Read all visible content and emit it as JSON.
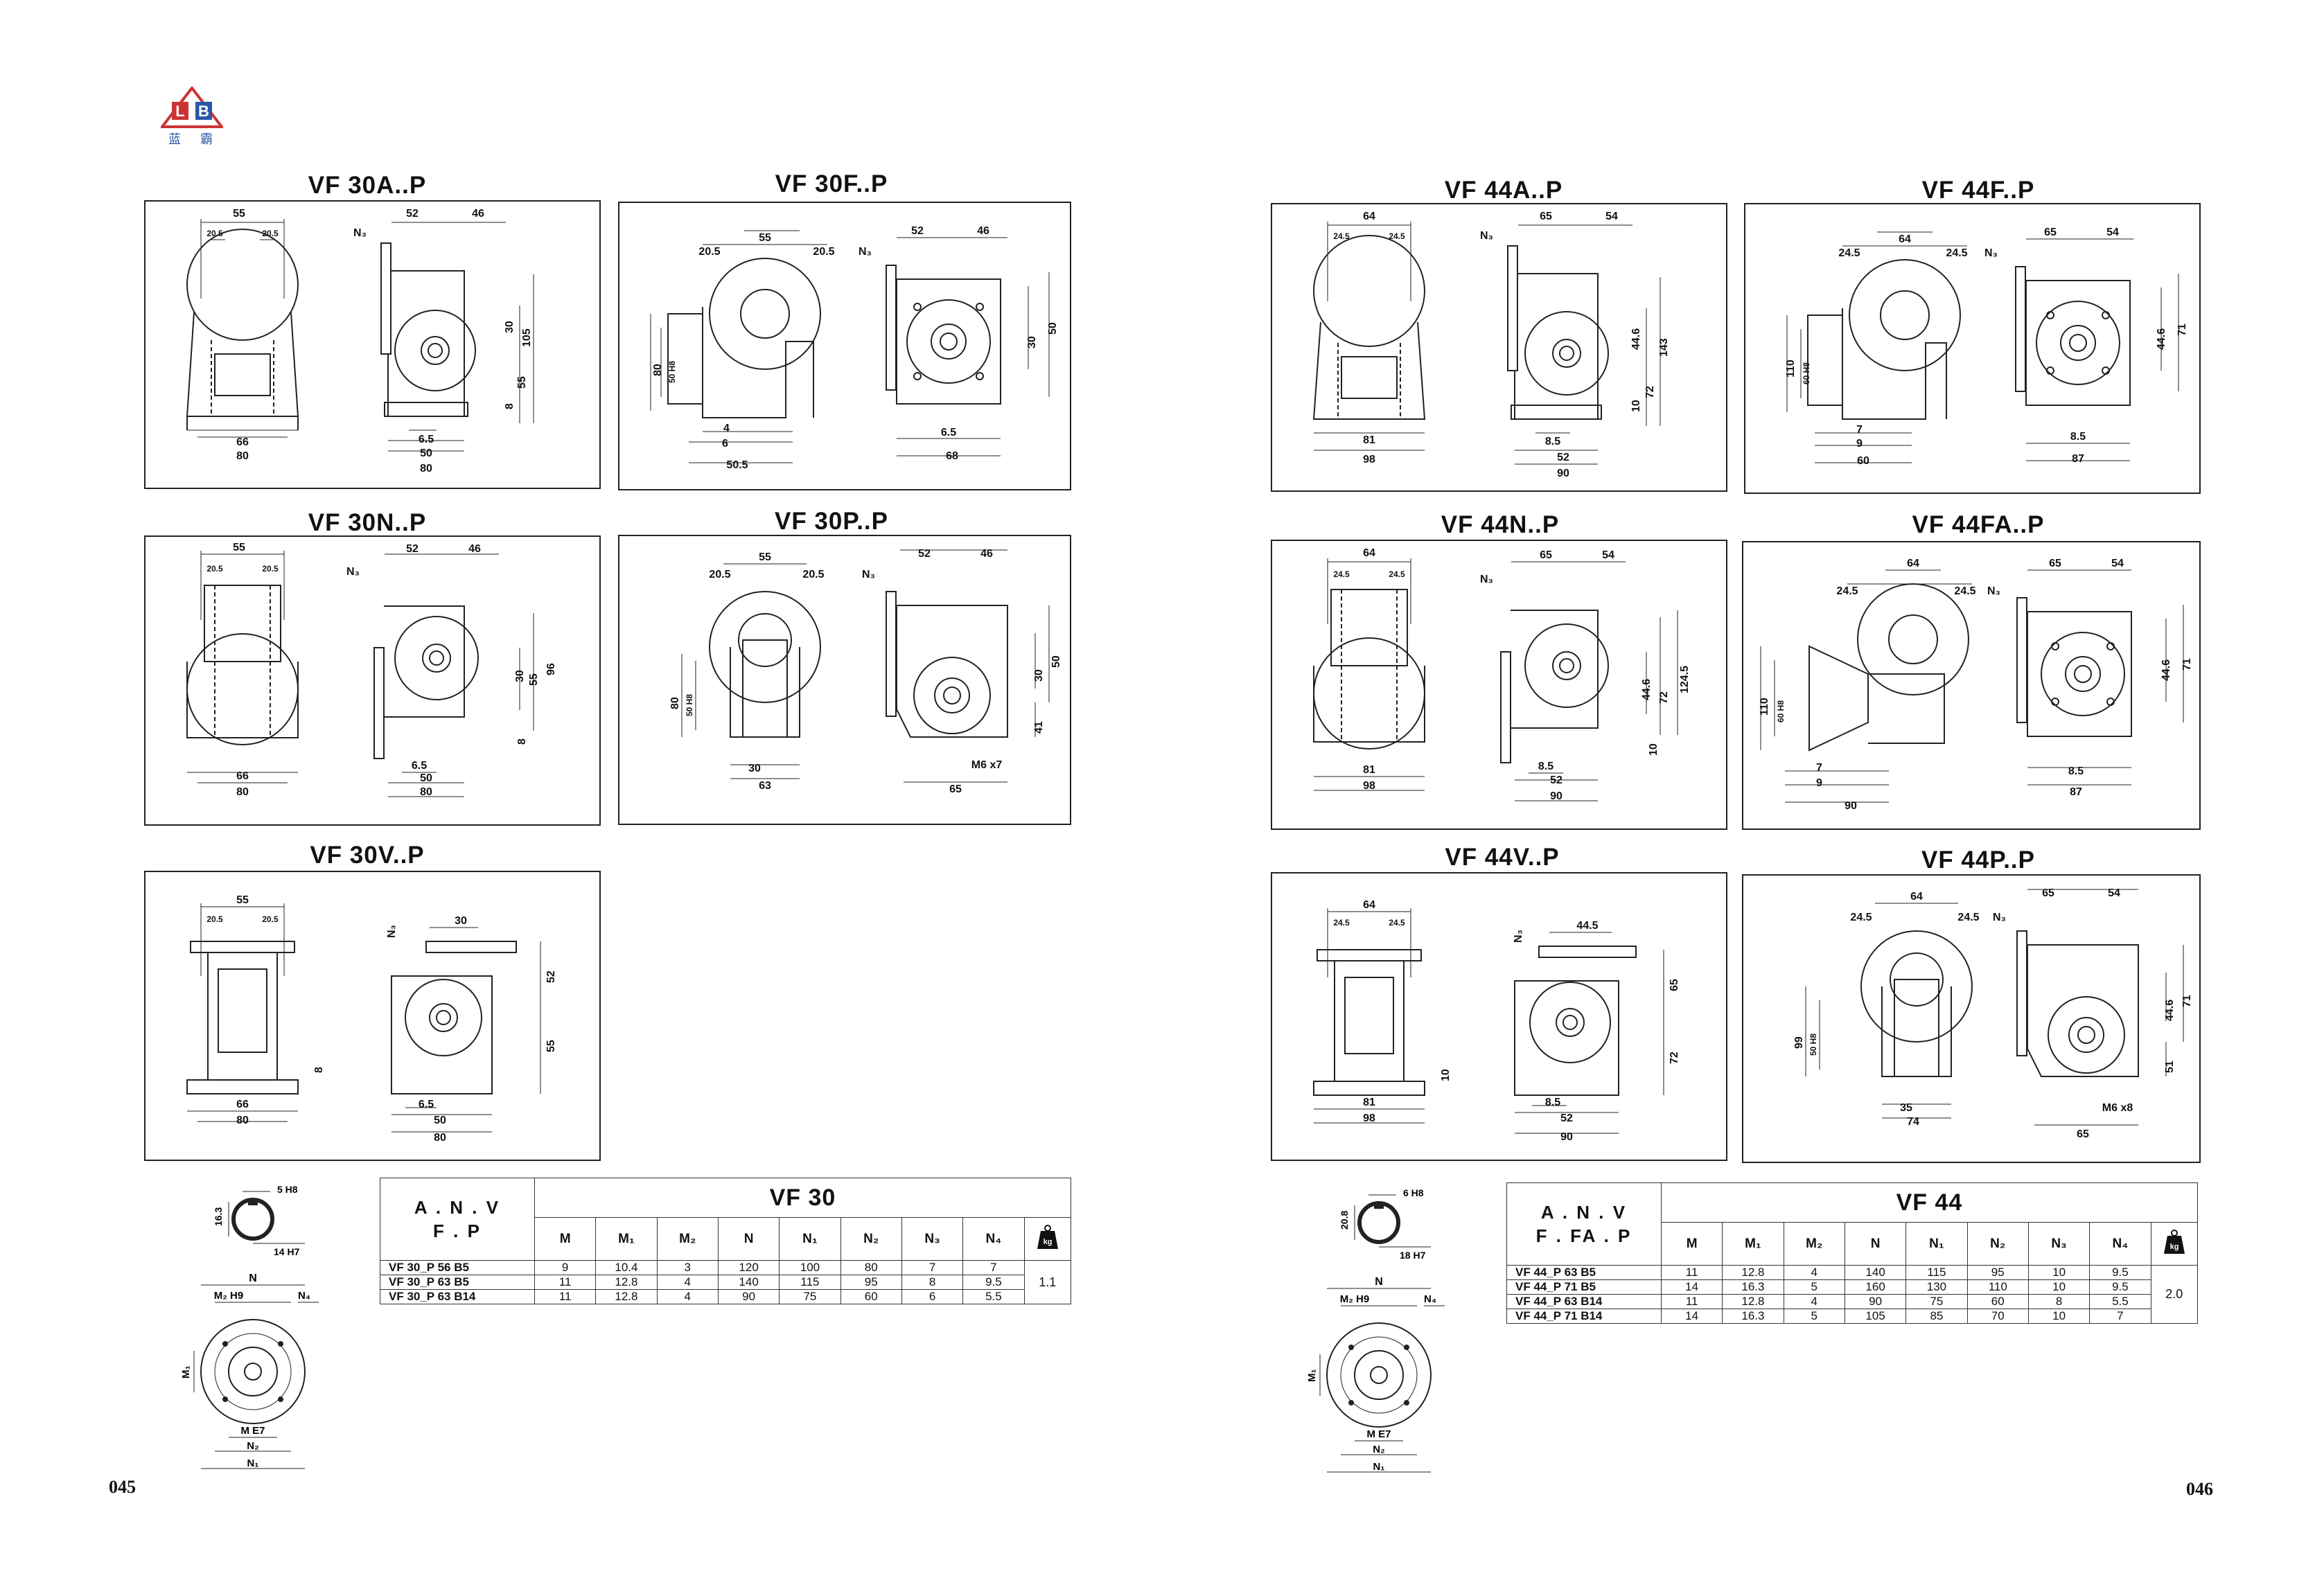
{
  "logo": {
    "letters_left": "L",
    "letters_right": "B",
    "chinese_left": "蓝",
    "chinese_right": "霸"
  },
  "page_left": "045",
  "page_right": "046",
  "titles": {
    "vf30a": "VF 30A..P",
    "vf30f": "VF 30F..P",
    "vf30n": "VF 30N..P",
    "vf30p": "VF 30P..P",
    "vf30v": "VF 30V..P",
    "vf44a": "VF 44A..P",
    "vf44f": "VF 44F..P",
    "vf44n": "VF 44N..P",
    "vf44fa": "VF 44FA..P",
    "vf44v": "VF 44V..P",
    "vf44p": "VF 44P..P"
  },
  "dims": {
    "vf30a": {
      "top": "55",
      "sub1": "20.5",
      "sub2": "20.5",
      "n3": "N₃",
      "r1": "52",
      "r2": "46",
      "v1": "30",
      "v2": "105",
      "v3": "55",
      "v4": "8",
      "b1": "66",
      "b2": "80",
      "b3": "6.5",
      "b4": "50",
      "b5": "80"
    },
    "vf30f": {
      "top": "55",
      "sub1": "20.5",
      "sub2": "20.5",
      "n3": "N₃",
      "r1": "52",
      "r2": "46",
      "v1": "30",
      "v2": "50",
      "h1": "80",
      "h2": "50 H8",
      "b1": "4",
      "b2": "6",
      "b3": "50.5",
      "b4": "6.5",
      "b5": "68"
    },
    "vf30n": {
      "top": "55",
      "sub1": "20.5",
      "sub2": "20.5",
      "n3": "N₃",
      "r1": "52",
      "r2": "46",
      "v1": "30",
      "v2": "55",
      "v3": "96",
      "v4": "8",
      "b1": "66",
      "b2": "80",
      "b3": "6.5",
      "b4": "50",
      "b5": "80"
    },
    "vf30p": {
      "top": "55",
      "sub1": "20.5",
      "sub2": "20.5",
      "n3": "N₃",
      "r1": "52",
      "r2": "46",
      "v1": "30",
      "v2": "50",
      "v3": "41",
      "h1": "80",
      "h2": "50 H8",
      "b1": "30",
      "b2": "63",
      "b3": "M6 x7",
      "b4": "65"
    },
    "vf30v": {
      "top": "55",
      "sub1": "20.5",
      "sub2": "20.5",
      "n3": "N₃",
      "r1": "30",
      "v1": "52",
      "v2": "55",
      "v3": "8",
      "b1": "66",
      "b2": "80",
      "b3": "6.5",
      "b4": "50",
      "b5": "80"
    },
    "vf44a": {
      "top": "64",
      "sub1": "24.5",
      "sub2": "24.5",
      "n3": "N₃",
      "r1": "65",
      "r2": "54",
      "v1": "44.6",
      "v2": "143",
      "v3": "72",
      "v4": "10",
      "b1": "81",
      "b2": "98",
      "b3": "8.5",
      "b4": "52",
      "b5": "90"
    },
    "vf44f": {
      "top": "64",
      "sub1": "24.5",
      "sub2": "24.5",
      "n3": "N₃",
      "r1": "65",
      "r2": "54",
      "v1": "44.6",
      "v2": "71",
      "h1": "110",
      "h2": "60 H8",
      "b1": "7",
      "b2": "9",
      "b3": "60",
      "b4": "8.5",
      "b5": "87"
    },
    "vf44n": {
      "top": "64",
      "sub1": "24.5",
      "sub2": "24.5",
      "n3": "N₃",
      "r1": "65",
      "r2": "54",
      "v1": "44.6",
      "v2": "72",
      "v3": "124.5",
      "v4": "10",
      "b1": "81",
      "b2": "98",
      "b3": "8.5",
      "b4": "52",
      "b5": "90"
    },
    "vf44fa": {
      "top": "64",
      "sub1": "24.5",
      "sub2": "24.5",
      "n3": "N₃",
      "r1": "65",
      "r2": "54",
      "v1": "44.6",
      "v2": "71",
      "h1": "110",
      "h2": "60 H8",
      "b1": "7",
      "b2": "9",
      "b3": "90",
      "b4": "8.5",
      "b5": "87"
    },
    "vf44v": {
      "top": "64",
      "sub1": "24.5",
      "sub2": "24.5",
      "n3": "N₃",
      "r1": "44.5",
      "v1": "65",
      "v2": "72",
      "v3": "10",
      "b1": "81",
      "b2": "98",
      "b3": "8.5",
      "b4": "52",
      "b5": "90"
    },
    "vf44p": {
      "top": "64",
      "sub1": "24.5",
      "sub2": "24.5",
      "n3": "N₃",
      "r1": "65",
      "r2": "54",
      "v1": "44.6",
      "v2": "71",
      "v3": "51",
      "h1": "99",
      "h2": "50 H8",
      "b1": "35",
      "b2": "74",
      "b3": "M6 x8",
      "b4": "65"
    }
  },
  "shaft30": {
    "a": "5 H8",
    "b": "16.3",
    "c": "14 H7"
  },
  "shaft44": {
    "a": "6 H8",
    "b": "20.8",
    "c": "18 H7"
  },
  "flange": {
    "n": "N",
    "m2": "M₂ H9",
    "n4": "N₄",
    "m1": "M₁",
    "m": "M E7",
    "n2": "N₂",
    "n1": "N₁"
  },
  "table30": {
    "head_a": "A . N . V",
    "head_b": "F . P",
    "title": "VF 30",
    "cols": [
      "M",
      "M₁",
      "M₂",
      "N",
      "N₁",
      "N₂",
      "N₃",
      "N₄"
    ],
    "kg": "kg",
    "rows": [
      {
        "model": "VF 30_P 56 B5",
        "vals": [
          "9",
          "10.4",
          "3",
          "120",
          "100",
          "80",
          "7",
          "7"
        ]
      },
      {
        "model": "VF 30_P 63 B5",
        "vals": [
          "11",
          "12.8",
          "4",
          "140",
          "115",
          "95",
          "8",
          "9.5"
        ]
      },
      {
        "model": "VF 30_P 63 B14",
        "vals": [
          "11",
          "12.8",
          "4",
          "90",
          "75",
          "60",
          "6",
          "5.5"
        ]
      }
    ],
    "weight": "1.1"
  },
  "table44": {
    "head_a": "A . N . V",
    "head_b": "F . FA . P",
    "title": "VF 44",
    "cols": [
      "M",
      "M₁",
      "M₂",
      "N",
      "N₁",
      "N₂",
      "N₃",
      "N₄"
    ],
    "kg": "kg",
    "rows": [
      {
        "model": "VF 44_P 63 B5",
        "vals": [
          "11",
          "12.8",
          "4",
          "140",
          "115",
          "95",
          "10",
          "9.5"
        ]
      },
      {
        "model": "VF 44_P 71 B5",
        "vals": [
          "14",
          "16.3",
          "5",
          "160",
          "130",
          "110",
          "10",
          "9.5"
        ]
      },
      {
        "model": "VF 44_P 63 B14",
        "vals": [
          "11",
          "12.8",
          "4",
          "90",
          "75",
          "60",
          "8",
          "5.5"
        ]
      },
      {
        "model": "VF 44_P 71 B14",
        "vals": [
          "14",
          "16.3",
          "5",
          "105",
          "85",
          "70",
          "10",
          "7"
        ]
      }
    ],
    "weight": "2.0"
  }
}
